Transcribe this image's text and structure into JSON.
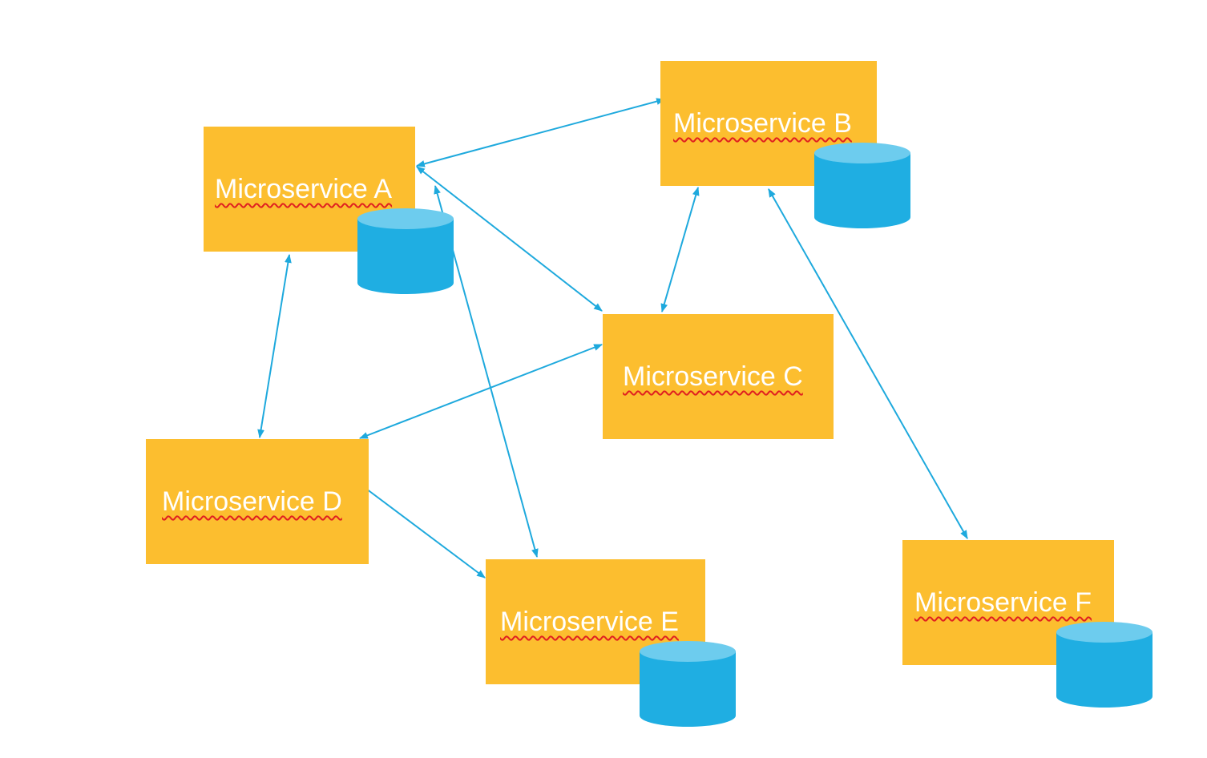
{
  "colors": {
    "service_fill": "#FCBE2F",
    "service_text": "#FFFFFF",
    "arrow": "#1EA9DD",
    "db_body": "#1FAEE2",
    "db_top": "#6DCCEE",
    "spell_underline": "#E02020"
  },
  "services": [
    {
      "id": "A",
      "label": "Microservice A",
      "has_database": true
    },
    {
      "id": "B",
      "label": "Microservice B",
      "has_database": true
    },
    {
      "id": "C",
      "label": "Microservice C",
      "has_database": false
    },
    {
      "id": "D",
      "label": "Microservice D",
      "has_database": false
    },
    {
      "id": "E",
      "label": "Microservice E",
      "has_database": true
    },
    {
      "id": "F",
      "label": "Microservice F",
      "has_database": true
    }
  ],
  "connections": [
    {
      "from": "A",
      "to": "B",
      "bidirectional": true
    },
    {
      "from": "A",
      "to": "C",
      "bidirectional": true
    },
    {
      "from": "A",
      "to": "D",
      "bidirectional": true
    },
    {
      "from": "A",
      "to": "E",
      "bidirectional": true
    },
    {
      "from": "B",
      "to": "C",
      "bidirectional": true
    },
    {
      "from": "B",
      "to": "F",
      "bidirectional": true
    },
    {
      "from": "C",
      "to": "D",
      "bidirectional": true
    },
    {
      "from": "D",
      "to": "E",
      "bidirectional": true
    }
  ]
}
